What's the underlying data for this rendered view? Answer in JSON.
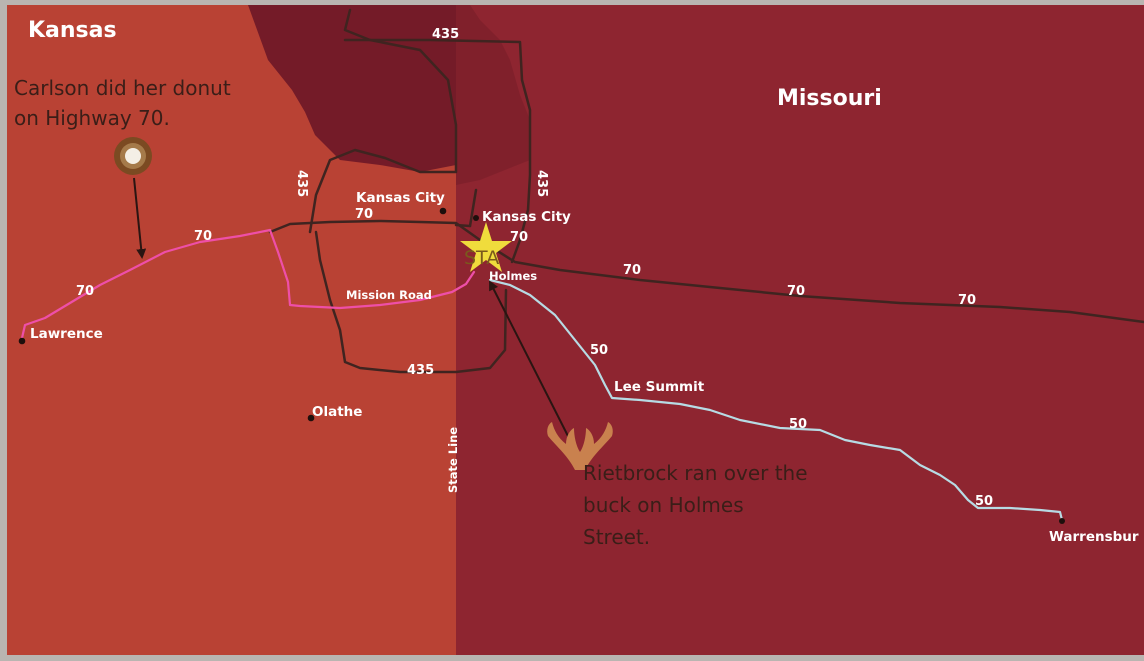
{
  "colors": {
    "kansas": "#b94234",
    "missouri": "#8e2530",
    "metro": "#741b28",
    "frame": "#b9b5b1",
    "pink_route": "#ee4fa8",
    "blue_route": "#b7dbe4",
    "star": "#f0dc3c",
    "antler": "#c9814e"
  },
  "states": {
    "kansas": "Kansas",
    "missouri": "Missouri",
    "state_line": "State Line"
  },
  "cities": {
    "kansas_city_ks": "Kansas City",
    "kansas_city_mo": "Kansas City",
    "lawrence": "Lawrence",
    "olathe": "Olathe",
    "holmes": "Holmes",
    "lee_summit": "Lee Summit",
    "warrensburg": "Warrensbur"
  },
  "roads": {
    "i435_top": "435",
    "i435_left": "435",
    "i435_right": "435",
    "i435_bottom": "435",
    "i70_a": "70",
    "i70_b": "70",
    "i70_c": "70",
    "i70_d": "70",
    "i70_e": "70",
    "i70_f": "70",
    "i70_g": "70",
    "us50_a": "50",
    "us50_b": "50",
    "us50_c": "50",
    "mission_road": "Mission Road"
  },
  "markers": {
    "start": "STA",
    "start_icon": "star-icon",
    "donut_icon": "location-circle-icon",
    "buck_icon": "deer-antlers-icon"
  },
  "annotations": {
    "carlson_line1": "Carlson did her donut",
    "carlson_line2": "on Highway 70.",
    "rietbrock_line1": "Rietbrock ran over the",
    "rietbrock_line2": "buck on Holmes",
    "rietbrock_line3": "Street."
  }
}
